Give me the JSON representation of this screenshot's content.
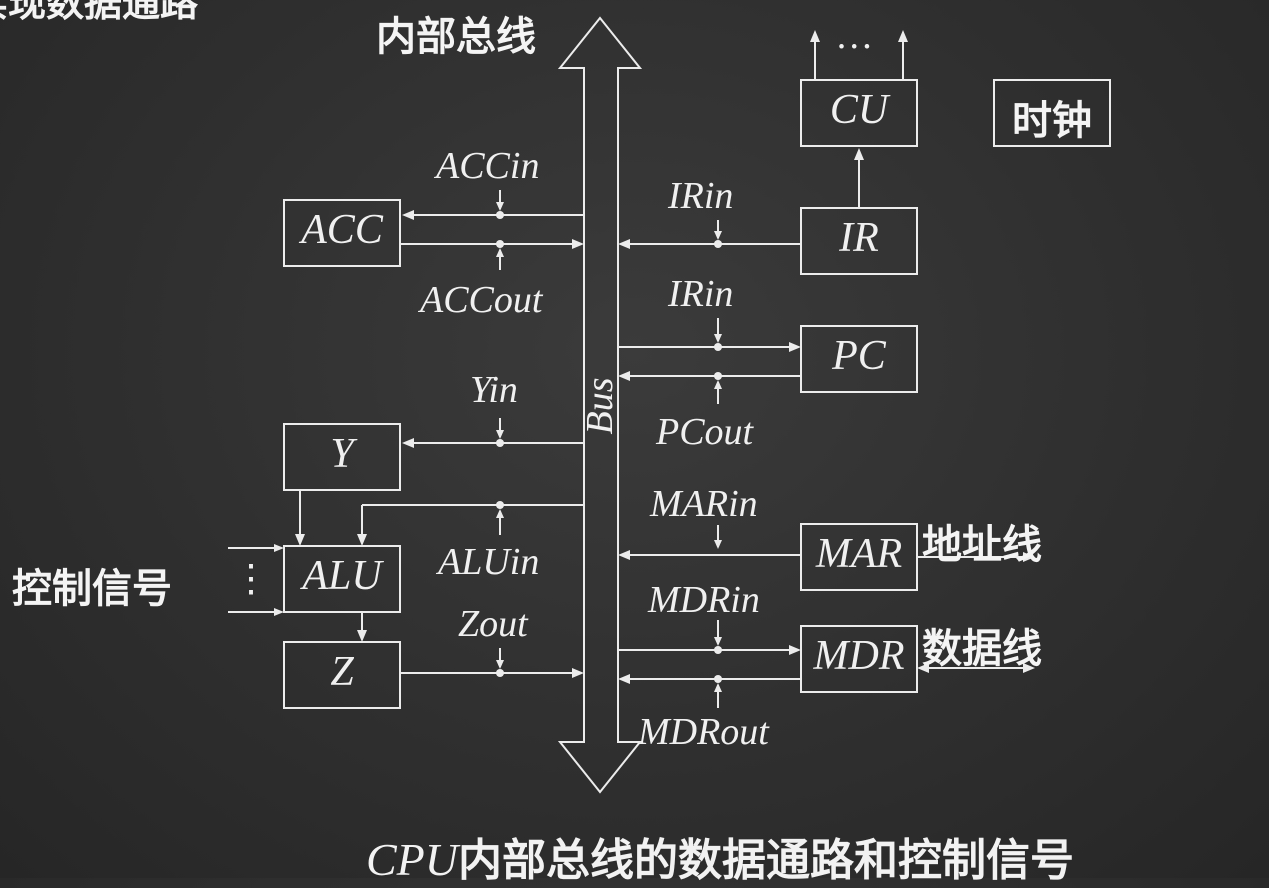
{
  "top_fragment": "实现数据通路",
  "bus": {
    "title": "内部总线",
    "label": "Bus"
  },
  "blocks": {
    "acc": "ACC",
    "y": "Y",
    "alu": "ALU",
    "z": "Z",
    "cu": "CU",
    "ir": "IR",
    "pc": "PC",
    "mar": "MAR",
    "mdr": "MDR",
    "clock": "时钟"
  },
  "signals": {
    "acc_in": "ACCin",
    "acc_out": "ACCout",
    "y_in": "Yin",
    "alu_in": "ALUin",
    "z_out": "Zout",
    "ir_in_top": "IRin",
    "ir_in_pc": "IRin",
    "pc_out": "PCout",
    "mar_in": "MARin",
    "mdr_in": "MDRin",
    "mdr_out": "MDRout",
    "cu_dots": "…",
    "alu_dots": "⋮"
  },
  "side_labels": {
    "control_signal": "控制信号",
    "address_line": "地址线",
    "data_line": "数据线"
  },
  "caption": {
    "en": "CPU",
    "cn": "内部总线的数据通路和控制信号"
  },
  "colors": {
    "board": "#2f2f2f",
    "chalk": "#ececec"
  }
}
